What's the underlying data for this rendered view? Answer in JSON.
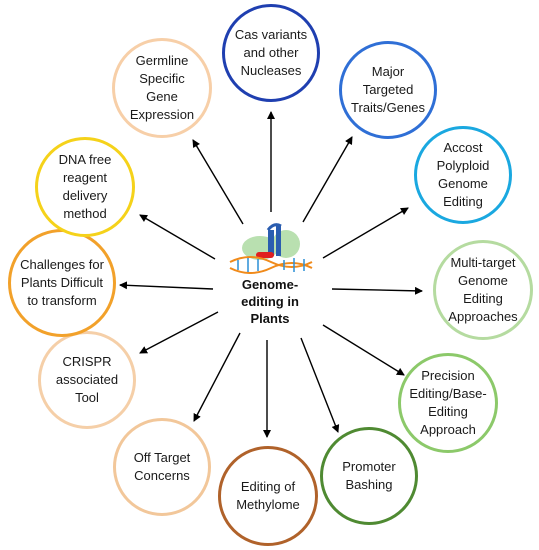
{
  "diagram": {
    "center_label": "Genome-\nediting in\nPlants",
    "nodes": [
      {
        "id": "cas-variants",
        "label": "Cas variants\nand other\nNucleases",
        "color": "#1f3fb0"
      },
      {
        "id": "major-traits",
        "label": "Major\nTargeted\nTraits/Genes",
        "color": "#2f6fd6"
      },
      {
        "id": "polyploid",
        "label": "Accost\nPolyploid\nGenome\nEditing",
        "color": "#1aa8e0"
      },
      {
        "id": "multi-target",
        "label": "Multi-target\nGenome\nEditing\nApproaches",
        "color": "#b5dba0"
      },
      {
        "id": "precision",
        "label": "Precision\nEditing/Base-\nEditing\nApproach",
        "color": "#8cc96a"
      },
      {
        "id": "promoter",
        "label": "Promoter\nBashing",
        "color": "#4f8a32"
      },
      {
        "id": "methylome",
        "label": "Editing of\nMethylome",
        "color": "#b0622a"
      },
      {
        "id": "off-target",
        "label": "Off Target\nConcerns",
        "color": "#f2c79a"
      },
      {
        "id": "crispr-tool",
        "label": "CRISPR\nassociated\nTool",
        "color": "#f5cfa8"
      },
      {
        "id": "challenges",
        "label": "Challenges for\nPlants Difficult\nto transform",
        "color": "#f2a12a"
      },
      {
        "id": "dna-free",
        "label": "DNA free\nreagent\ndelivery\nmethod",
        "color": "#f5d21a"
      },
      {
        "id": "germline",
        "label": "Germline\nSpecific\nGene\nExpression",
        "color": "#f7cfa8"
      }
    ]
  }
}
